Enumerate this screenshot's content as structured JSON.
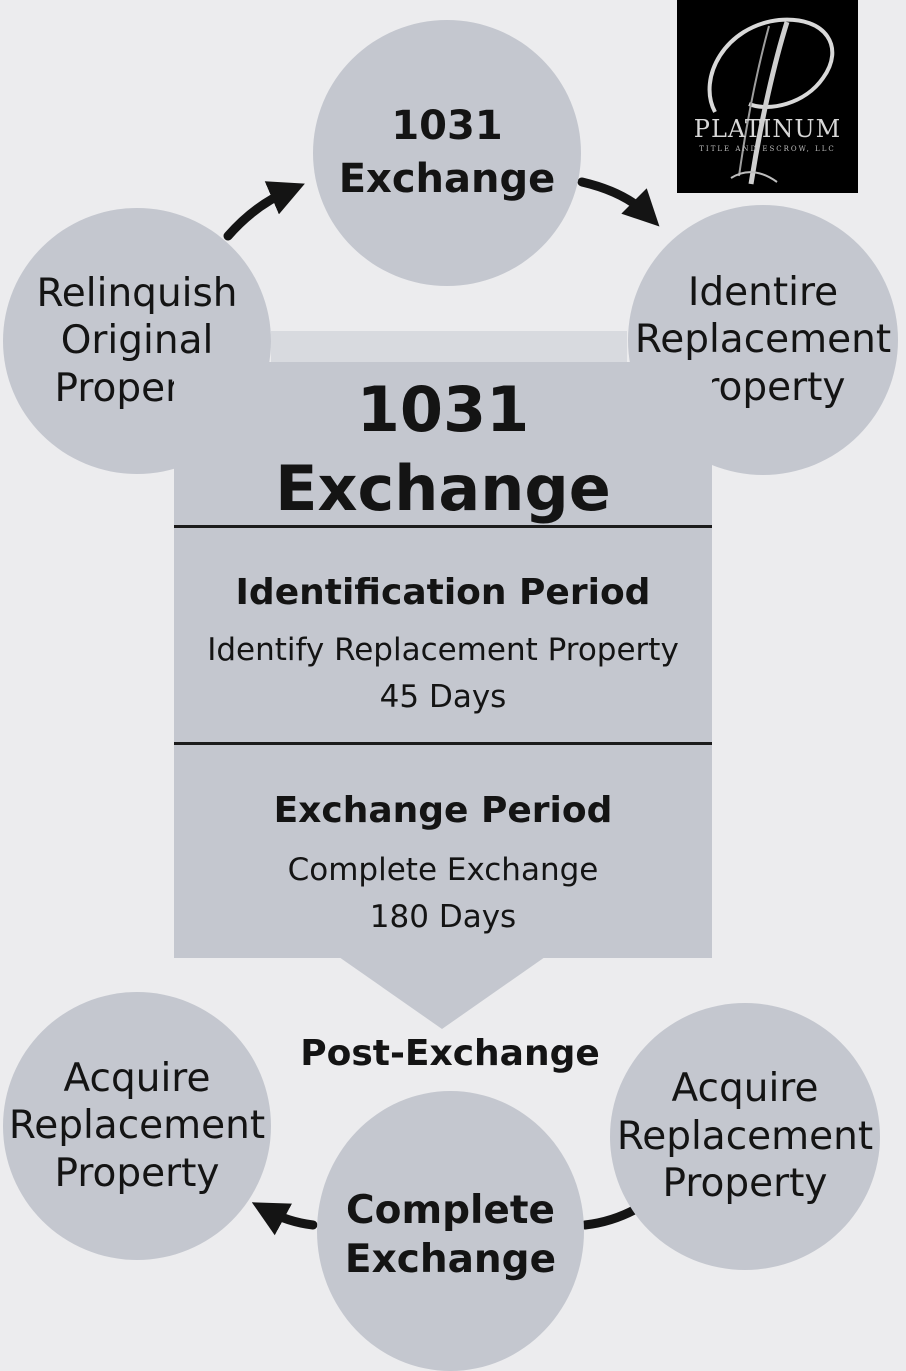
{
  "cycle_top": {
    "center": [
      "1031",
      "Exchange"
    ],
    "left": [
      "Relinquish",
      "Original",
      "Property"
    ],
    "right": [
      "Identire",
      "Replacement",
      "Property"
    ]
  },
  "panel": {
    "title": [
      "1031",
      "Exchange"
    ],
    "identification": {
      "heading": "Identification Period",
      "line1": "Identify Replacement Property",
      "line2": "45 Days"
    },
    "exchange": {
      "heading": "Exchange Period",
      "line1": "Complete Exchange",
      "line2": "180 Days"
    }
  },
  "post_exchange": {
    "label": "Post-Exchange",
    "left": [
      "Acquire",
      "Replacement",
      "Property"
    ],
    "right": [
      "Acquire",
      "Replacement",
      "Property"
    ],
    "center": [
      "Complete",
      "Exchange"
    ]
  },
  "logo": {
    "monogram": "P",
    "name": "PLATINUM",
    "subtitle": "TITLE AND ESCROW, LLC"
  },
  "colors": {
    "background": "#ececee",
    "shape_fill": "#c4c7cf",
    "text": "#141414",
    "logo_bg": "#000000"
  }
}
